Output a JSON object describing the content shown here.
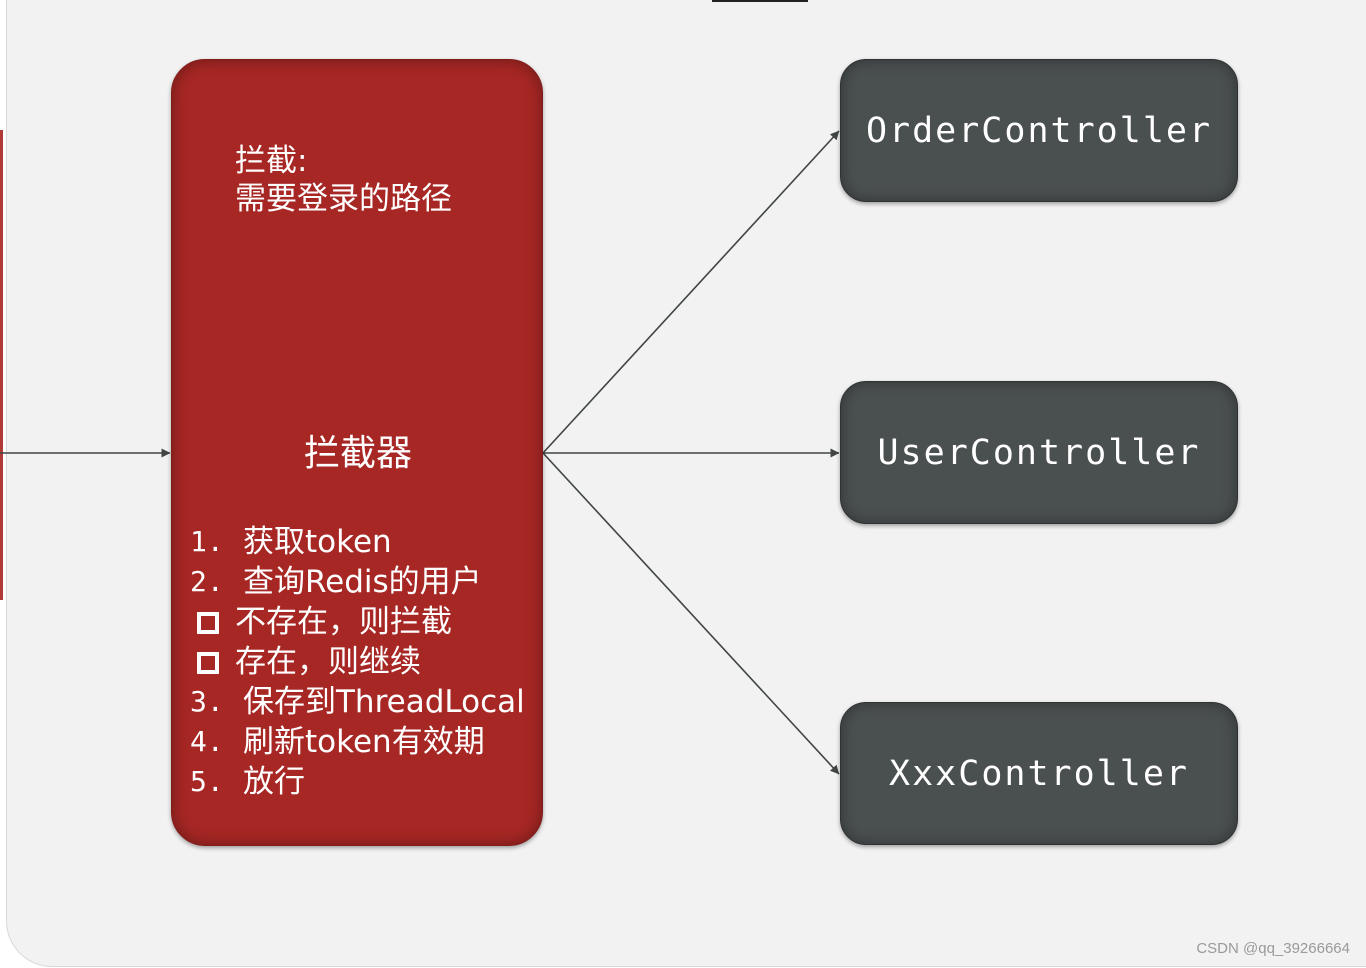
{
  "interceptor": {
    "note_lines": [
      "拦截:",
      "需要登录的路径"
    ],
    "title": "拦截器",
    "steps": [
      {
        "num": "1.",
        "text": "获取token"
      },
      {
        "num": "2.",
        "text": "查询Redis的用户"
      },
      {
        "text": "不存在，则拦截"
      },
      {
        "text": "存在，则继续"
      },
      {
        "num": "3.",
        "text": "保存到ThreadLocal"
      },
      {
        "num": "4.",
        "text": "刷新token有效期"
      },
      {
        "num": "5.",
        "text": "放行"
      }
    ]
  },
  "controllers": [
    "OrderController",
    "UserController",
    "XxxController"
  ],
  "colors": {
    "interceptor": "#a72724",
    "controller": "#4a4f50",
    "connector": "#404444",
    "background": "#f2f2f2"
  },
  "watermark": "CSDN @qq_39266664"
}
